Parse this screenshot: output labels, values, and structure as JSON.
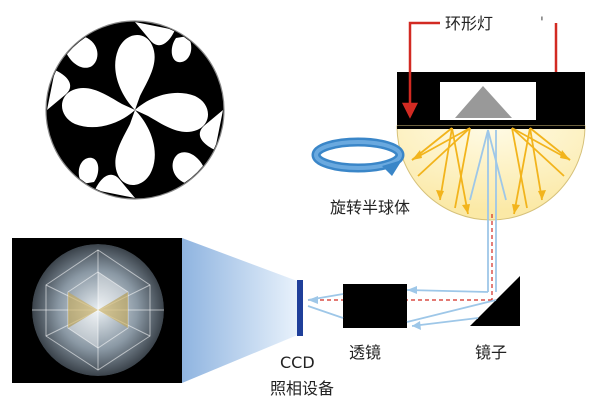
{
  "labels": {
    "ring_light": "环形灯",
    "ring_light_tick": "'",
    "rotating_hemisphere": "旋转半球体",
    "lens": "透镜",
    "mirror": "镜子",
    "ccd_line1": "CCD",
    "ccd_line2": "照相设备"
  },
  "colors": {
    "arrow_red": "#d22a22",
    "ray_yellow": "#f2b41c",
    "ray_blue": "#9ec7e8",
    "rotate_arrow": "#3a86c8",
    "beam_blue": "#a7c8ea",
    "black": "#000000",
    "hemisphere_fill": "#fdf3c8"
  }
}
